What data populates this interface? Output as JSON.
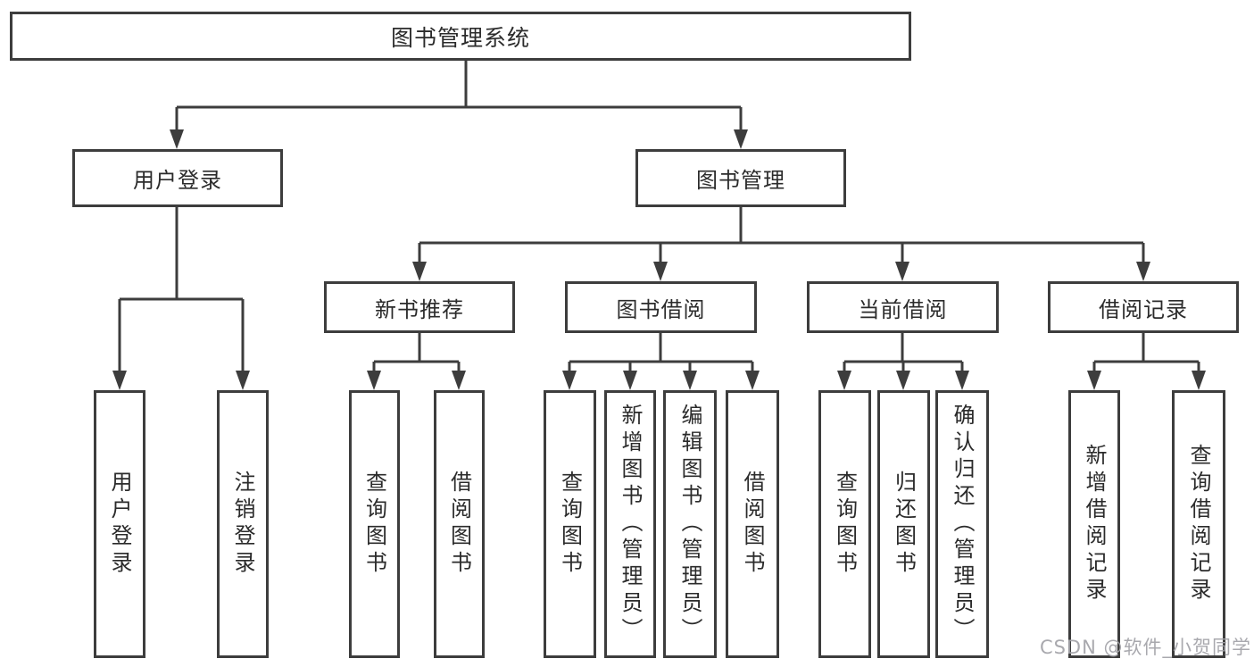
{
  "colors": {
    "line": "#3d3d3d",
    "text": "#2b2b2b",
    "watermark": "#a2a2a8",
    "background": "#ffffff"
  },
  "watermark": {
    "text": "CSDN @软件_小贺同学"
  },
  "tree": {
    "root": {
      "label": "图书管理系统",
      "children": [
        {
          "label": "用户登录",
          "children": [
            {
              "label": "用户登录"
            },
            {
              "label": "注销登录"
            }
          ]
        },
        {
          "label": "图书管理",
          "children": [
            {
              "label": "新书推荐",
              "children": [
                {
                  "label": "查询图书"
                },
                {
                  "label": "借阅图书"
                }
              ]
            },
            {
              "label": "图书借阅",
              "children": [
                {
                  "label": "查询图书"
                },
                {
                  "label": "新增图书（管理员）"
                },
                {
                  "label": "编辑图书（管理员）"
                },
                {
                  "label": "借阅图书"
                }
              ]
            },
            {
              "label": "当前借阅",
              "children": [
                {
                  "label": "查询图书"
                },
                {
                  "label": "归还图书"
                },
                {
                  "label": "确认归还（管理员）"
                }
              ]
            },
            {
              "label": "借阅记录",
              "children": [
                {
                  "label": "新增借阅记录"
                },
                {
                  "label": "查询借阅记录"
                }
              ]
            }
          ]
        }
      ]
    }
  }
}
